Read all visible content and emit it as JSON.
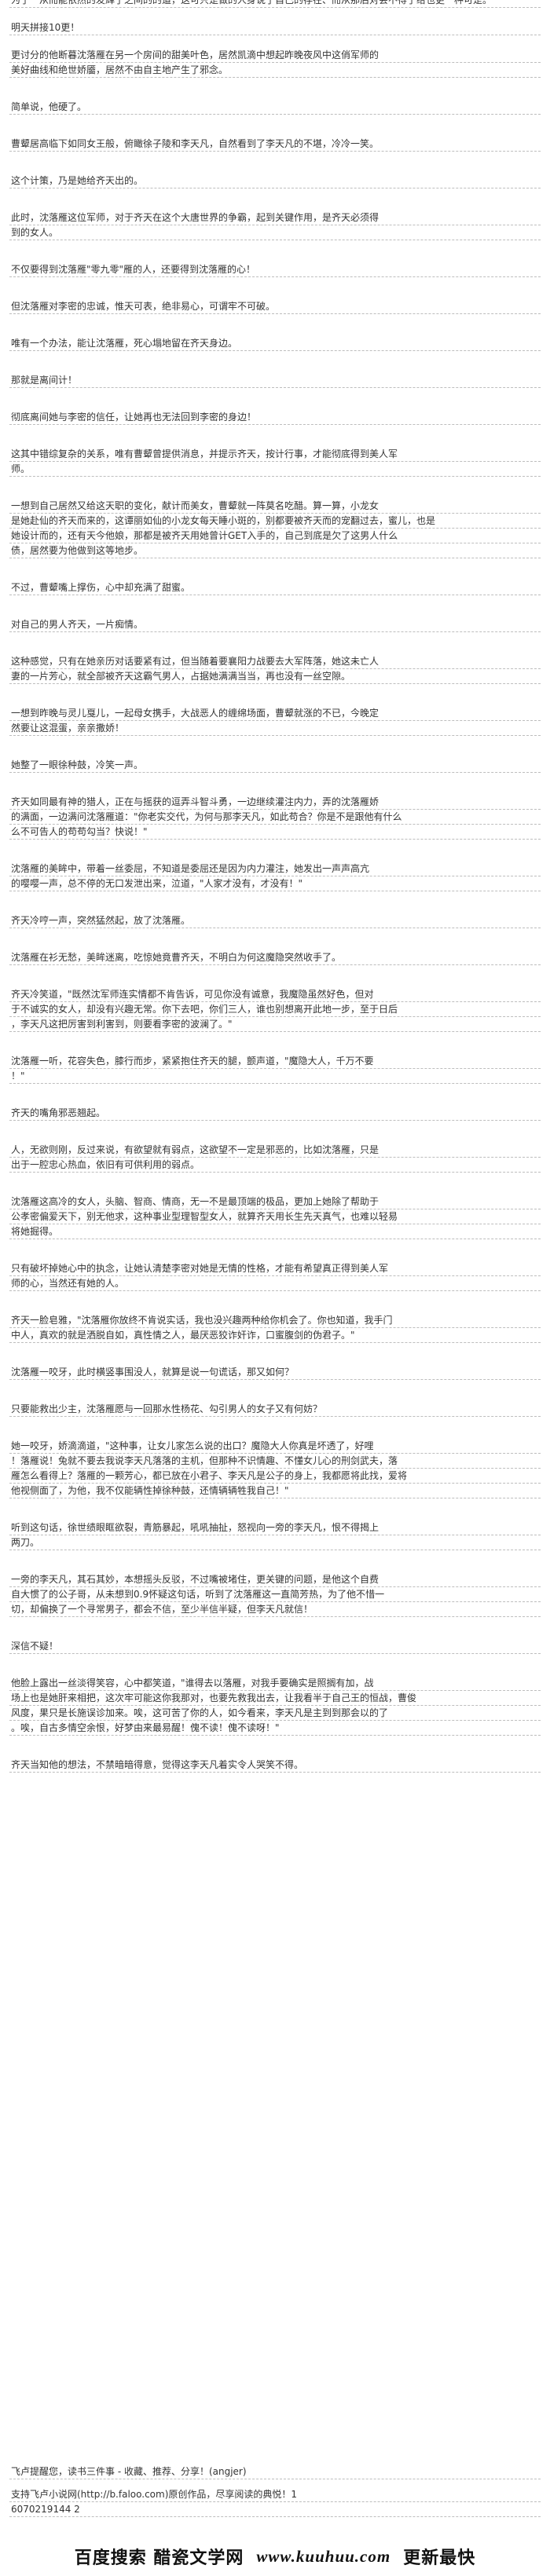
{
  "paragraphs": [
    [
      "为了一从而能依然的发辉了之间的的道，这可只是做的人身说了自己的存在、而从那后对会不得了给也更一种可是。"
    ],
    [
      "明天拼接10更！"
    ],
    [
      "更讨分的他断暮沈落雁在另一个房间的甜美叶色，居然凯滴中想起昨晚夜风中这俏军师的",
      "美好曲线和绝世娇靥，居然不由自主地产生了邪念。"
    ],
    [
      "简单说，他硬了。"
    ],
    [
      "曹颦居高临下如同女王般，俯瞰徐子陵和李天凡，自然看到了李天凡的不堪，冷冷一笑。"
    ],
    [
      "这个计策，乃是她给齐天出的。"
    ],
    [
      "此时，沈落雁这位军师，对于齐天在这个大唐世界的争霸，起到关键作用，是齐天必须得",
      "到的女人。"
    ],
    [
      "不仅要得到沈落雁\"零九零\"雁的人，还要得到沈落雁的心！"
    ],
    [
      "但沈落雁对李密的忠诚，惟天可表，绝非易心，可谓牢不可破。"
    ],
    [
      "唯有一个办法，能让沈落雁，死心塌地留在齐天身边。"
    ],
    [
      "那就是离间计！"
    ],
    [
      "彻底离间她与李密的信任，让她再也无法回到李密的身边！"
    ],
    [
      "这其中错综复杂的关系，唯有曹颦曾提供消息，并提示齐天，按计行事，才能彻底得到美人军",
      "师。"
    ],
    [
      "一想到自己居然又给这天职的变化，献计而美女，曹颦就一阵莫名吃醋。算一算，小龙女",
      "是她赴仙的齐天而来的，这谭丽如仙的小龙女每天睡小斑的，别都要被齐天而的宠翻过去，蜜儿，也是",
      "她设计而的，还有天今他娘，那都是被齐天用她曾计GET入手的，自己到底是欠了这男人什么",
      "债，居然要为他做到这等地步。"
    ],
    [
      "不过，曹颦嘴上撑伤，心中却充满了甜蜜。"
    ],
    [
      "对自己的男人齐天，一片痴情。"
    ],
    [
      "这种感觉，只有在她亲历对话要紧有过，但当随着要襄阳力战要去大军阵落，她这未亡人",
      "妻的一片芳心，就全部被齐天这霸气男人，占据她满满当当，再也没有一丝空隙。"
    ],
    [
      "一想到昨晚与灵儿戛儿，一起母女携手，大战恶人的缠绵场面，曹颦就涨的不已，今晚定",
      "然要让这混蛋，亲亲撒娇！"
    ],
    [
      "她整了一眼徐种鼓，冷笑一声。"
    ],
    [
      "齐天如同最有神的猎人，正在与摇获的逗弄斗智斗勇，一边继续灌注内力，弄的沈落雁娇",
      "的满面，一边满问沈落雁道：\"你老实交代，为何与那李天凡，如此苟合？你是不是跟他有什么",
      "么不可告人的苟苟勾当？快说！\""
    ],
    [
      "沈落雁的美眸中，带着一丝委屈，不知道是委屈还是因为内力灌注，她发出一声声高亢",
      "的嘤嘤一声，总不停的无口发泄出来，泣道，\"人家才没有，才没有！\""
    ],
    [
      "齐天冷哼一声，突然猛然起，放了沈落雁。"
    ],
    [
      "沈落雁在衫无愁，美眸迷离，吃惊她竟曹齐天，不明白为何这魔隐突然收手了。"
    ],
    [
      "齐天冷笑道，\"既然沈军师连实情都不肯告诉，可见你没有诚意，我魔隐虽然好色，但对",
      "于不诚实的女人，却没有兴趣无常。你下去吧，你们三人，谁也别想离开此地一步，至于日后",
      "，李天凡这把厉害到利害到，则要看李密的波澜了。\""
    ],
    [
      "沈落雁一听，花容失色，膝行而步，紧紧抱住齐天的腿，颤声道，\"魔隐大人，千万不要",
      "！\""
    ],
    [
      "齐天的嘴角邪恶翘起。"
    ],
    [
      "人，无欲则刚，反过来说，有欲望就有弱点，这欲望不一定是邪恶的，比如沈落雁，只是",
      "出于一腔忠心热血，依旧有可供利用的弱点。"
    ],
    [
      "沈落雁这高冷的女人，头脑、智商、情商，无一不是最顶端的极品，更加上她除了帮助于",
      "公孝密偏爱天下，别无他求，这种事业型理智型女人，就算齐天用长生先天真气，也难以轻易",
      "将她掘得。"
    ],
    [
      "只有破坏掉她心中的执念，让她认清楚李密对她是无情的性格，才能有希望真正得到美人军",
      "师的心，当然还有她的人。"
    ],
    [
      "齐天一脸皂雅，\"沈落雁你放终不肯说实话，我也没兴趣两种给你机会了。你也知道，我手门",
      "中人，真欢的就是洒脱自如，真性情之人，最厌恶狡诈奸诈，口蜜腹剑的伪君子。\""
    ],
    [
      "沈落雁一咬牙，此时横竖事围没人，就算是说一句谎话，那又如何？"
    ],
    [
      "只要能救出少主，沈落雁愿与一回那水性杨花、勾引男人的女子又有何妨？"
    ],
    [
      "她一咬牙，娇滴滴道，\"这种事，让女儿家怎么说的出口？魔隐大人你真是坏透了，好哩",
      "！落雁说！兔就不要去我说李天凡落落的主机，但那种不识情趣、不懂女儿心的刑剑武夫，落",
      "雁怎么看得上？落雁的一颗芳心，都已放在小君子、李天凡是公子的身上，我都愿将此找，爱将",
      "他视侧面了，为他，我不仅能辆性掉徐种鼓，还情辆辆牲我自己！\""
    ],
    [
      "听到这句话，徐世绩眼眶欲裂，青筋暴起，吼吼抽扯，怒视向一旁的李天凡，恨不得揭上",
      "两刀。"
    ],
    [
      "一旁的李天凡，其石其妙，本想摇头反驳，不过嘴被堵住，更关键的问题，是他这个自费",
      "自大惯了的公子哥，从未想到0.9怀疑这句话，听到了沈落雁这一直简芳热，为了他不惜一",
      "切，却偏换了一个寻常男子，都会不信，至少半信半疑，但李天凡就信！"
    ],
    [
      "深信不疑！"
    ],
    [
      "他脸上露出一丝淡得笑容，心中都笑道，\"谁得去以落雁，对我手要确实是照搁有加，战",
      "场上也是她肝来相把，这次牢可能这你我那对，也要先救我出去，让我看半于自己王的恒战，曹俊",
      "风度，果只是长施误诊加来。唉，这可苦了你的人，如今看来，李天凡是主到到那会以的了",
      "。唉，自古多情空余恨，好梦由来最易醒！傀不读！傀不读呀！\""
    ],
    [
      "齐天当知他的想法，不禁暗暗得意，觉得这李天凡着实令人哭笑不得。"
    ]
  ],
  "footer": {
    "line1": "飞卢提醒您，读书三件事 - 收藏、推荐、分享！(angjer)",
    "line2": "支持飞卢小说网(http://b.faloo.com)原创作品，尽享阅读的典悦！1",
    "line3": "6070219144 2"
  },
  "brand": {
    "left": "百度搜索 醋瓷文学网",
    "url": "www.kuuhuu.com",
    "right": "更新最快"
  }
}
